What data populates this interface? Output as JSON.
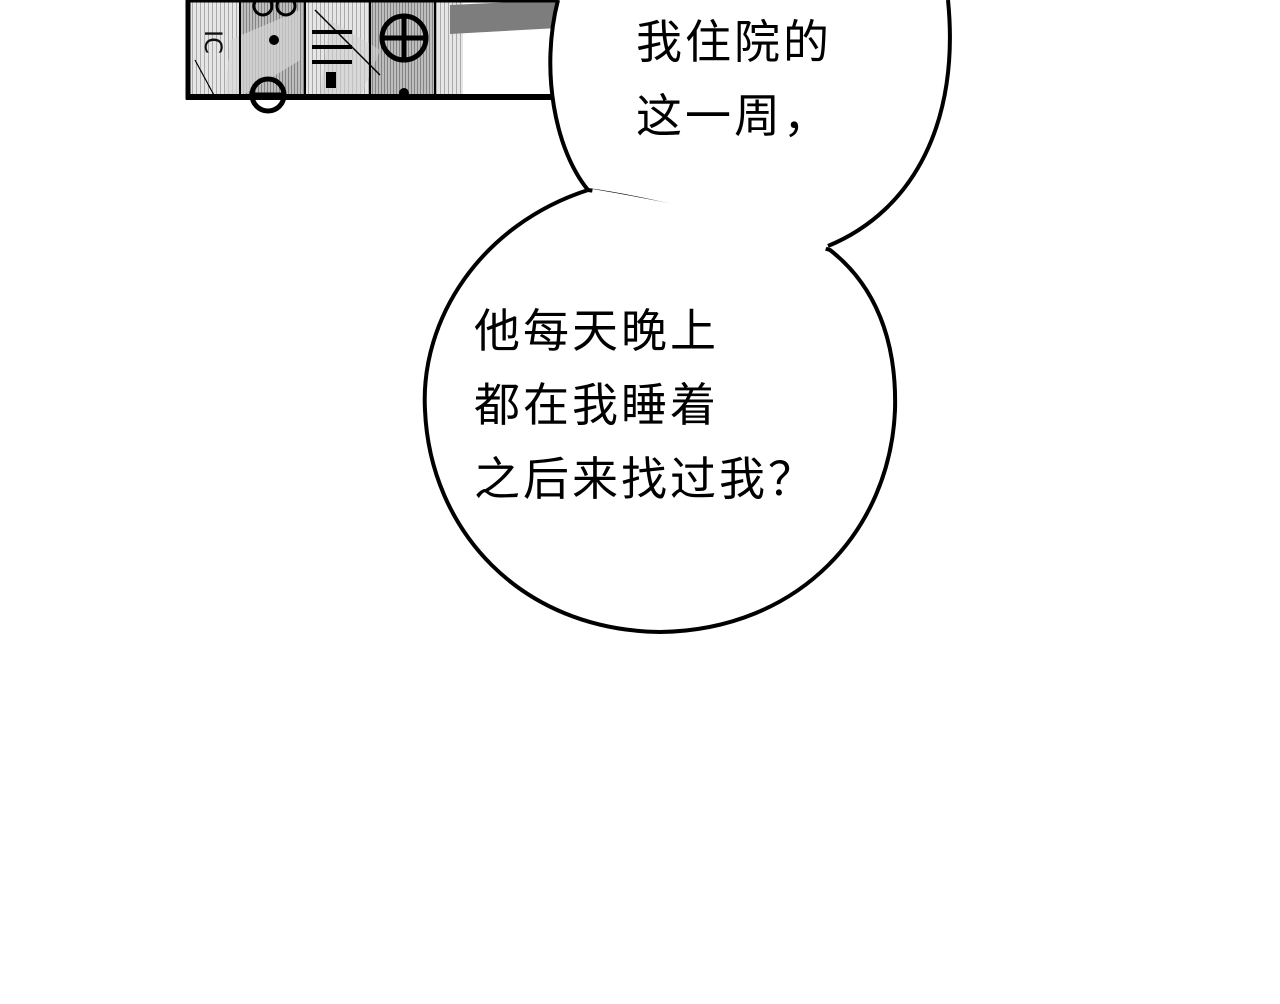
{
  "panel": {
    "background_color": "#ffffff",
    "bubble_fill": "#ffffff",
    "bubble_stroke": "#000000",
    "background_art_label": "IC"
  },
  "bubbles": {
    "top": {
      "lines": [
        "我住院的",
        "这一周，"
      ]
    },
    "bottom": {
      "lines": [
        "他每天晚上",
        "都在我睡着",
        "之后来找过我？"
      ]
    }
  }
}
